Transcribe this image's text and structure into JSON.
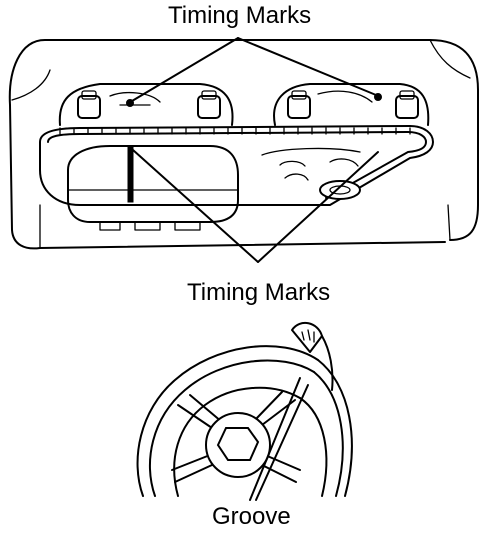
{
  "labels": {
    "timing_marks_top": "Timing Marks",
    "timing_marks_middle": "Timing Marks",
    "groove": "Groove"
  },
  "colors": {
    "ink": "#000000",
    "background": "#ffffff"
  }
}
